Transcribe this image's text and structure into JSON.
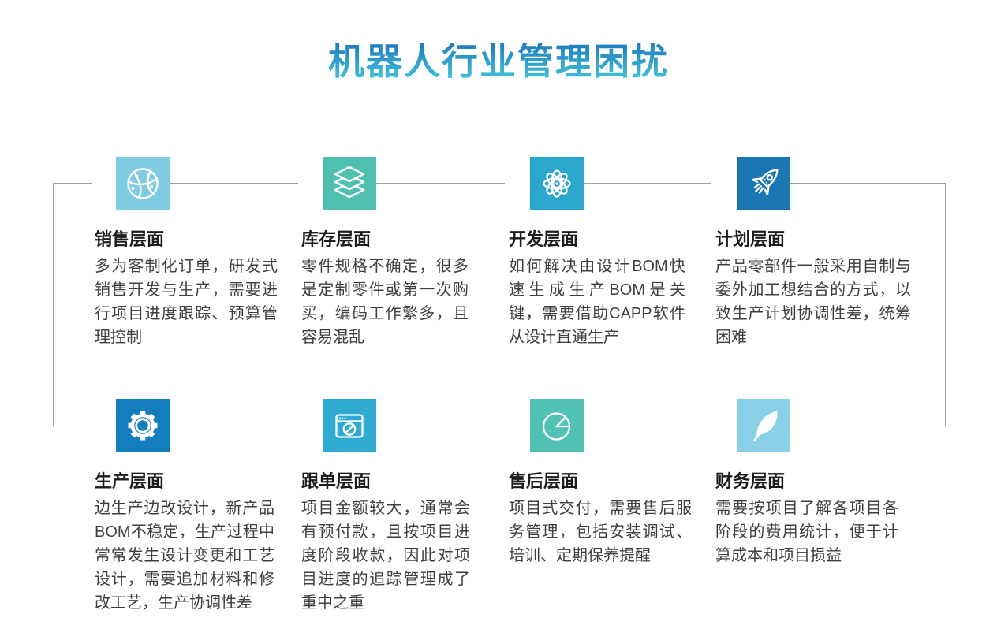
{
  "page_title": "机器人行业管理困扰",
  "colors": {
    "title_gradient_top": "#1a72bc",
    "title_gradient_bottom": "#44c8da",
    "connector_line": "#a0a0a0",
    "heading_text": "#1c1c1c",
    "body_text": "#3f3f3f"
  },
  "sections": [
    {
      "name": "sales",
      "icon": "globe-network-icon",
      "color": "#7ecbe2",
      "title": "销售层面",
      "body": "多为客制化订单，研发式销售开发与生产，需要进行项目进度跟踪、预算管理控制"
    },
    {
      "name": "inventory",
      "icon": "layers-icon",
      "color": "#4fc0b0",
      "title": "库存层面",
      "body": "零件规格不确定，很多是定制零件或第一次购买，编码工作繁多，且容易混乱"
    },
    {
      "name": "development",
      "icon": "atom-icon",
      "color": "#2ba7cd",
      "title": "开发层面",
      "body": "如何解决由设计BOM快速生成生产BOM是关键，需要借助CAPP软件从设计直通生产"
    },
    {
      "name": "planning",
      "icon": "rocket-icon",
      "color": "#1b76b4",
      "title": "计划层面",
      "body": "产品零部件一般采用自制与委外加工想结合的方式，以致生产计划协调性差，统筹困难"
    },
    {
      "name": "production",
      "icon": "gear-icon",
      "color": "#147dbd",
      "title": "生产层面",
      "body": "边生产边改设计，新产品BOM不稳定，生产过程中常常发生设计变更和工艺设计，需要追加材料和修改工艺，生产协调性差"
    },
    {
      "name": "order-tracking",
      "icon": "browser-compass-icon",
      "color": "#2fabd2",
      "title": "跟单层面",
      "body": "项目金额较大，通常会有预付款，且按项目进度阶段收款，因此对项目进度的追踪管理成了重中之重"
    },
    {
      "name": "after-sales",
      "icon": "pie-chart-icon",
      "color": "#52c2b4",
      "title": "售后层面",
      "body": "项目式交付，需要售后服务管理，包括安装调试、培训、定期保养提醒"
    },
    {
      "name": "finance",
      "icon": "feather-icon",
      "color": "#89cfe5",
      "title": "财务层面",
      "body": "需要按项目了解各项目各阶段的费用统计，便于计算成本和项目损益"
    }
  ]
}
